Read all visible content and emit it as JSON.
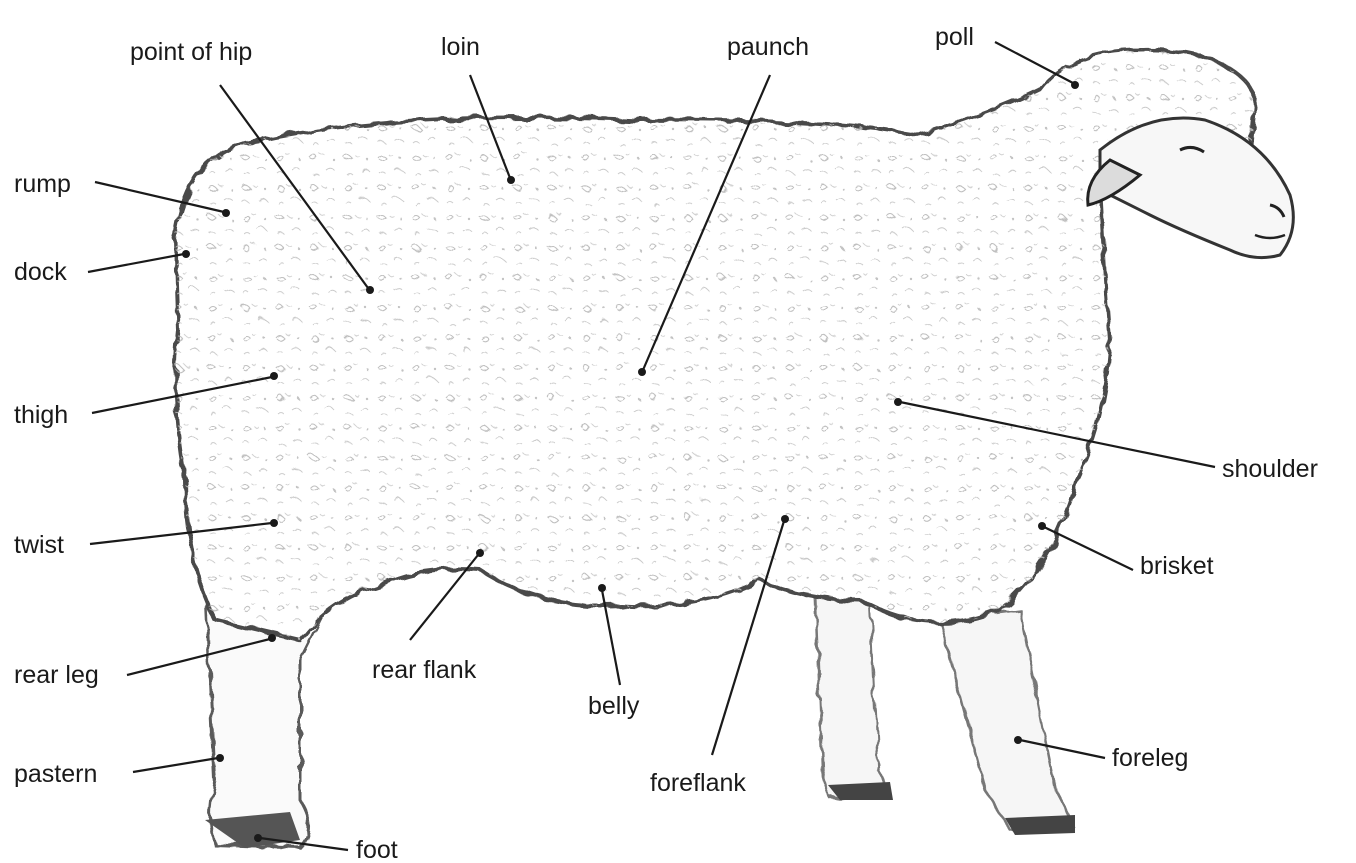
{
  "diagram": {
    "labels": {
      "point_of_hip": "point of hip",
      "loin": "loin",
      "paunch": "paunch",
      "poll": "poll",
      "rump": "rump",
      "dock": "dock",
      "thigh": "thigh",
      "twist": "twist",
      "rear_leg": "rear leg",
      "pastern": "pastern",
      "foot": "foot",
      "rear_flank": "rear flank",
      "belly": "belly",
      "foreflank": "foreflank",
      "shoulder": "shoulder",
      "brisket": "brisket",
      "foreleg": "foreleg"
    },
    "colors": {
      "ink": "#1a1a1a",
      "wool_shade": "#cfcfcf",
      "face": "#f7f7f7"
    }
  }
}
